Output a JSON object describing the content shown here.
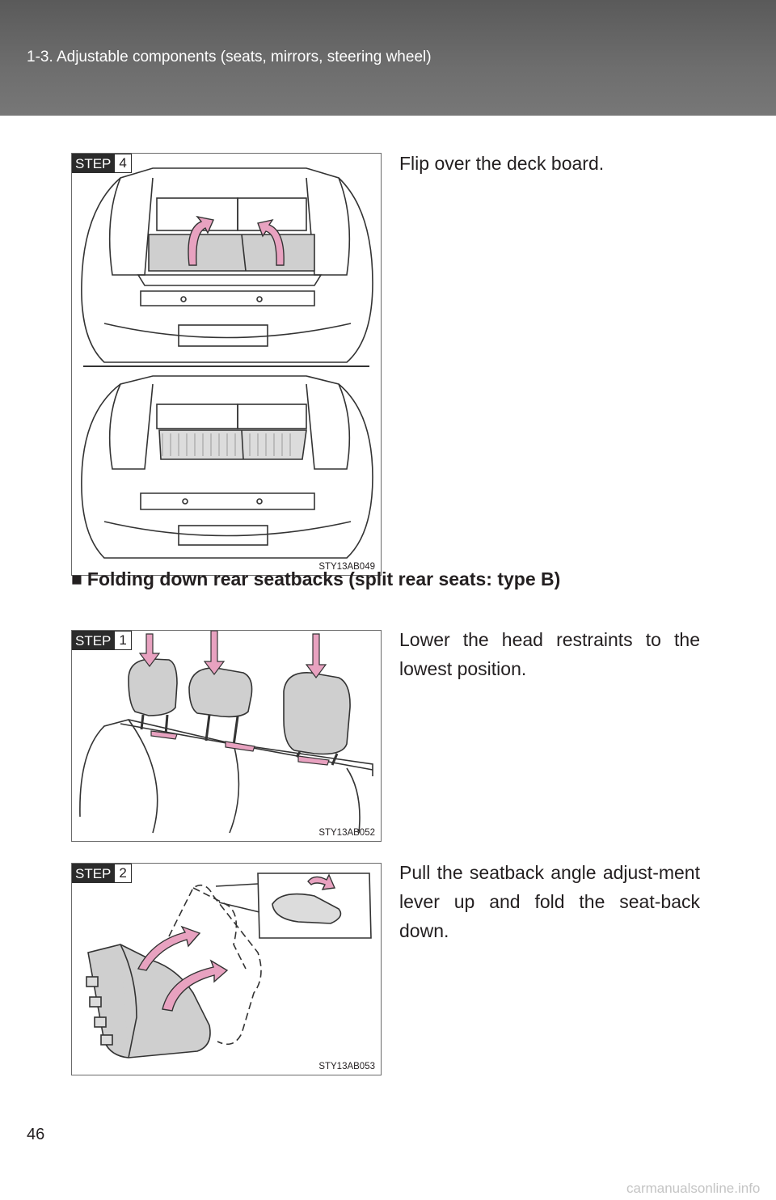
{
  "header": {
    "title": "1-3. Adjustable components (seats, mirrors, steering wheel)"
  },
  "figures": [
    {
      "step_label": "STEP",
      "step_number": "4",
      "code": "STY13AB049",
      "instruction": "Flip over the deck board."
    },
    {
      "step_label": "STEP",
      "step_number": "1",
      "code": "STY13AB052",
      "instruction": "Lower the head restraints to the lowest position."
    },
    {
      "step_label": "STEP",
      "step_number": "2",
      "code": "STY13AB053",
      "instruction": "Pull the seatback angle adjust-ment lever up and fold the seat-back down."
    }
  ],
  "section": {
    "bullet": "■",
    "title": "Folding down rear seatbacks (split rear seats: type B)"
  },
  "page_number": "46",
  "watermark": "carmanualsonline.info",
  "colors": {
    "header_bg": "#6b6b6b",
    "arrow_pink": "#e8a2c0",
    "part_gray": "#cfcfcf"
  }
}
